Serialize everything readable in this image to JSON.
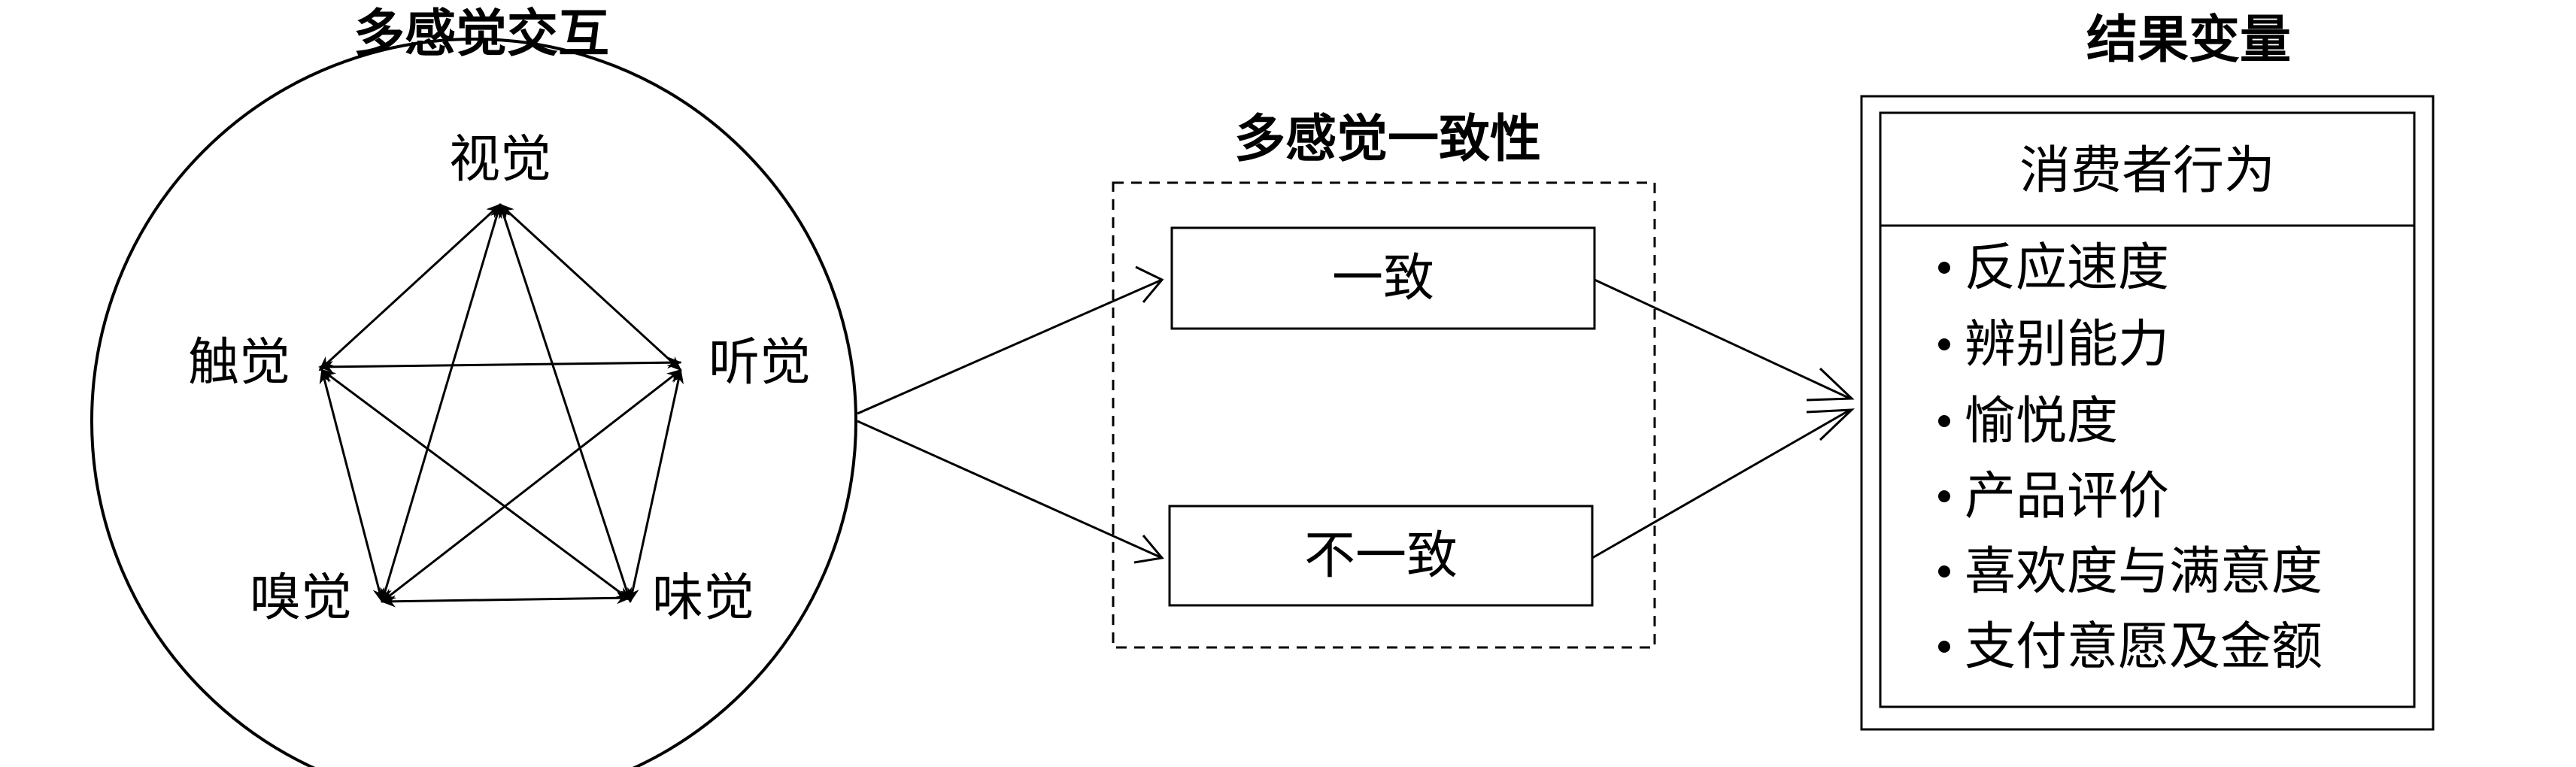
{
  "left_section": {
    "title": "多感觉交互",
    "senses": {
      "vision": "视觉",
      "hearing": "听觉",
      "touch": "触觉",
      "smell": "嗅觉",
      "taste": "味觉"
    }
  },
  "middle_section": {
    "title": "多感觉一致性",
    "consistent": "一致",
    "inconsistent": "不一致"
  },
  "right_section": {
    "title": "结果变量",
    "header": "消费者行为",
    "items": [
      "反应速度",
      "辨别能力",
      "愉悦度",
      "产品评价",
      "喜欢度与满意度",
      "支付意愿及金额"
    ]
  }
}
